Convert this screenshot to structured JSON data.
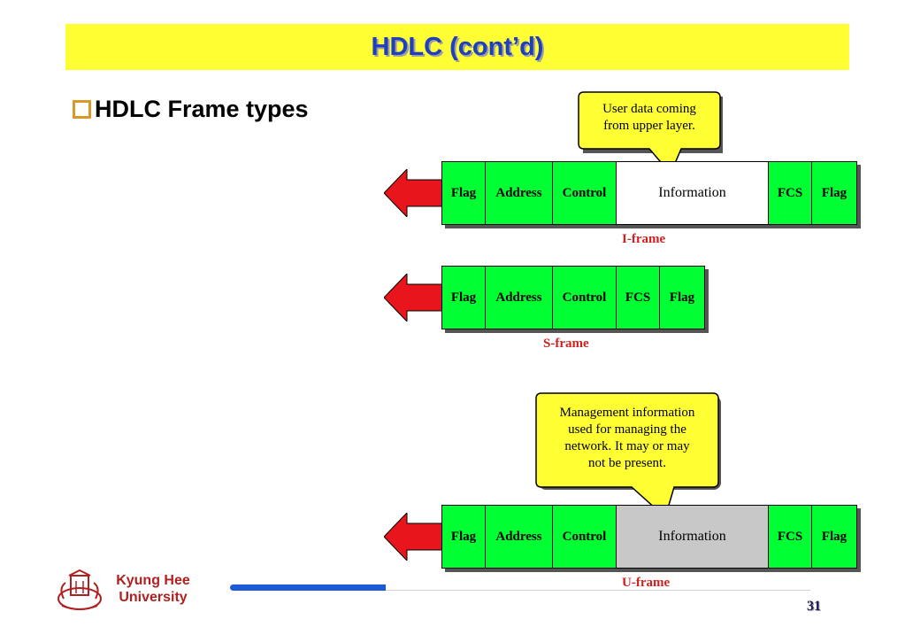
{
  "slide": {
    "title": "HDLC (cont’d)",
    "bullet": "HDLC Frame types",
    "page_number": "31",
    "university": {
      "line1": "Kyung Hee",
      "line2": "University"
    }
  },
  "colors": {
    "title_bg": "#ffff33",
    "title_text": "#1f3fbf",
    "field_green": "#00ff33",
    "arrow_red": "#e8161c",
    "label_red": "#d22020",
    "callout_yellow": "#ffff33",
    "uframe_info_gray": "#c8c8c8"
  },
  "frames": {
    "i_frame": {
      "label": "I-frame",
      "fields": [
        "Flag",
        "Address",
        "Control",
        "Information",
        "FCS",
        "Flag"
      ]
    },
    "s_frame": {
      "label": "S-frame",
      "fields": [
        "Flag",
        "Address",
        "Control",
        "FCS",
        "Flag"
      ]
    },
    "u_frame": {
      "label": "U-frame",
      "fields": [
        "Flag",
        "Address",
        "Control",
        "Information",
        "FCS",
        "Flag"
      ]
    }
  },
  "callouts": {
    "user_data": {
      "line1": "User data coming",
      "line2": "from upper layer."
    },
    "management": {
      "line1": "Management information",
      "line2": "used for managing the",
      "line3": "network. It may or may",
      "line4": "not be present."
    }
  },
  "icons": {
    "arrow": "left-arrow-icon",
    "logo": "university-seal-icon",
    "bullet": "square-bullet-icon"
  }
}
